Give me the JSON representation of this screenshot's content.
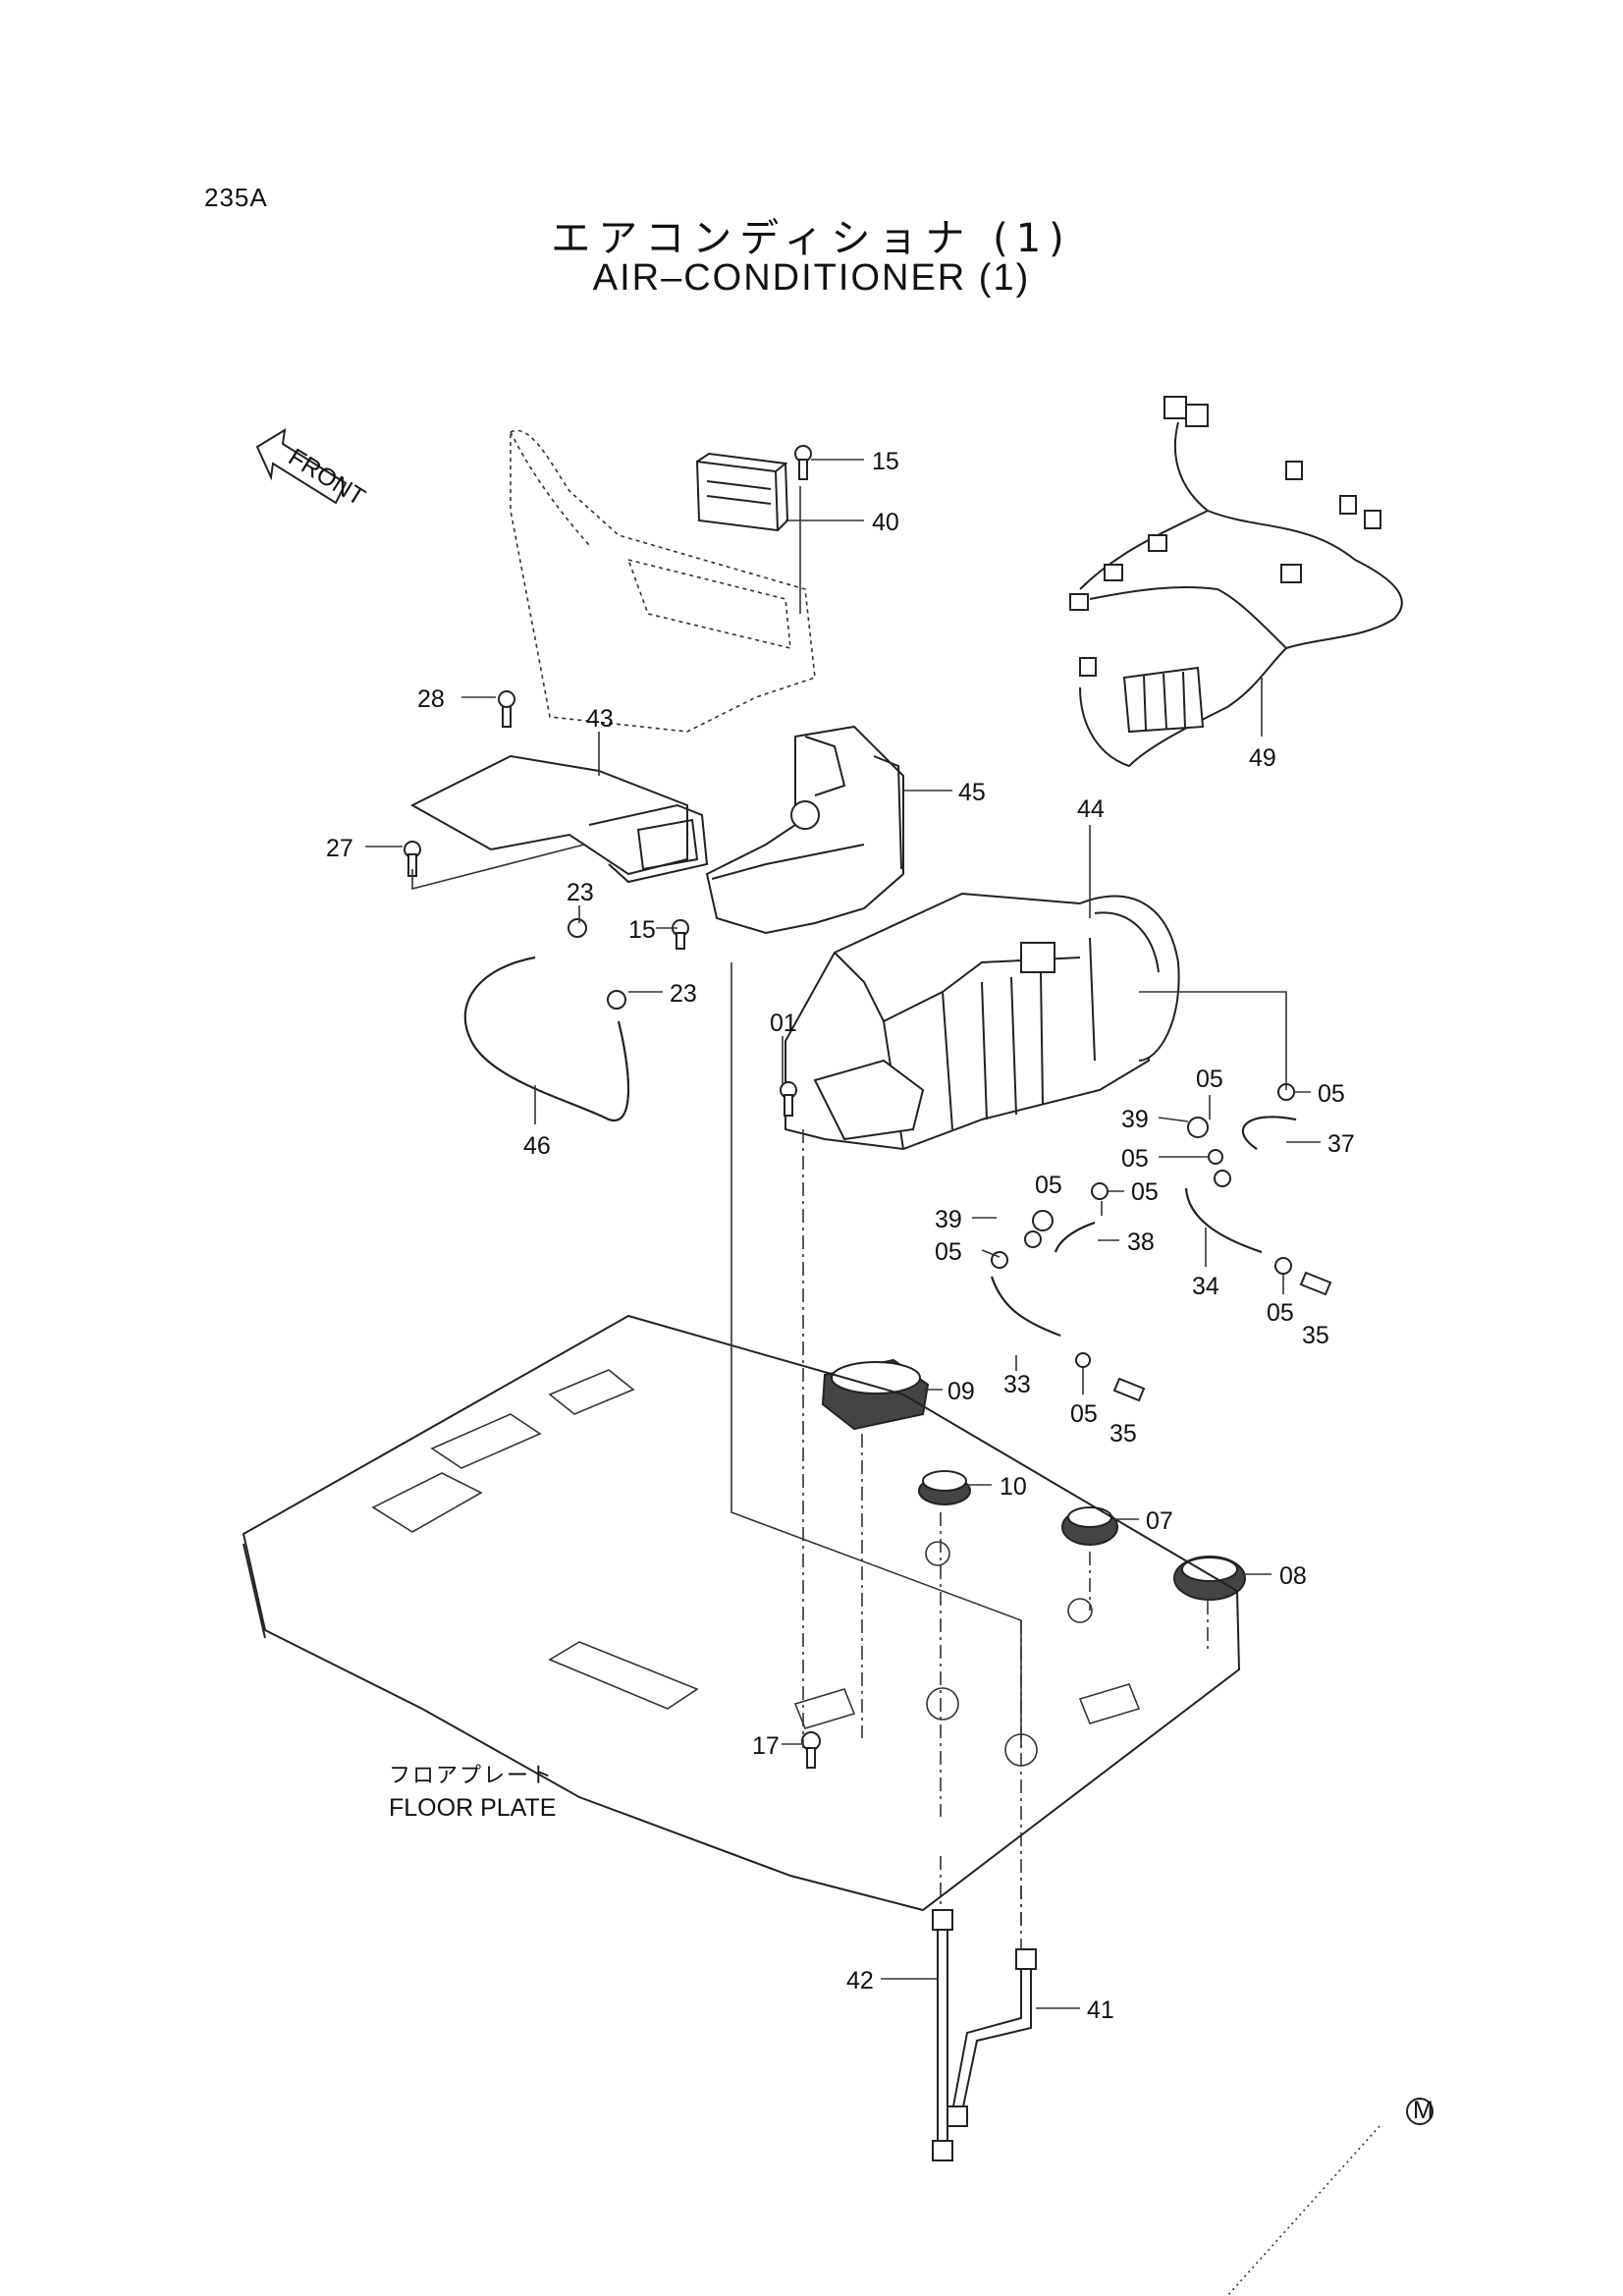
{
  "header": {
    "page_code": "235A",
    "title_jp": "エアコンディショナ (1)",
    "title_en": "AIR–CONDITIONER (1)"
  },
  "front_label": "FRONT",
  "floor_plate": {
    "label_jp": "フロアプレート",
    "label_en": "FLOOR PLATE"
  },
  "footer_mark": "M",
  "callouts": [
    {
      "id": "c15a",
      "label": "15"
    },
    {
      "id": "c40",
      "label": "40"
    },
    {
      "id": "c28",
      "label": "28"
    },
    {
      "id": "c43",
      "label": "43"
    },
    {
      "id": "c27",
      "label": "27"
    },
    {
      "id": "c45",
      "label": "45"
    },
    {
      "id": "c44",
      "label": "44"
    },
    {
      "id": "c49",
      "label": "49"
    },
    {
      "id": "c23a",
      "label": "23"
    },
    {
      "id": "c15b",
      "label": "15"
    },
    {
      "id": "c23b",
      "label": "23"
    },
    {
      "id": "c01",
      "label": "01"
    },
    {
      "id": "c46",
      "label": "46"
    },
    {
      "id": "c05a",
      "label": "05"
    },
    {
      "id": "c05b",
      "label": "05"
    },
    {
      "id": "c39a",
      "label": "39"
    },
    {
      "id": "c37",
      "label": "37"
    },
    {
      "id": "c05c",
      "label": "05"
    },
    {
      "id": "c05d",
      "label": "05"
    },
    {
      "id": "c05e",
      "label": "05"
    },
    {
      "id": "c39b",
      "label": "39"
    },
    {
      "id": "c38",
      "label": "38"
    },
    {
      "id": "c05f",
      "label": "05"
    },
    {
      "id": "c34",
      "label": "34"
    },
    {
      "id": "c05g",
      "label": "05"
    },
    {
      "id": "c35a",
      "label": "35"
    },
    {
      "id": "c33",
      "label": "33"
    },
    {
      "id": "c05h",
      "label": "05"
    },
    {
      "id": "c35b",
      "label": "35"
    },
    {
      "id": "c09",
      "label": "09"
    },
    {
      "id": "c10",
      "label": "10"
    },
    {
      "id": "c07",
      "label": "07"
    },
    {
      "id": "c08",
      "label": "08"
    },
    {
      "id": "c17",
      "label": "17"
    },
    {
      "id": "c42",
      "label": "42"
    },
    {
      "id": "c41",
      "label": "41"
    }
  ]
}
